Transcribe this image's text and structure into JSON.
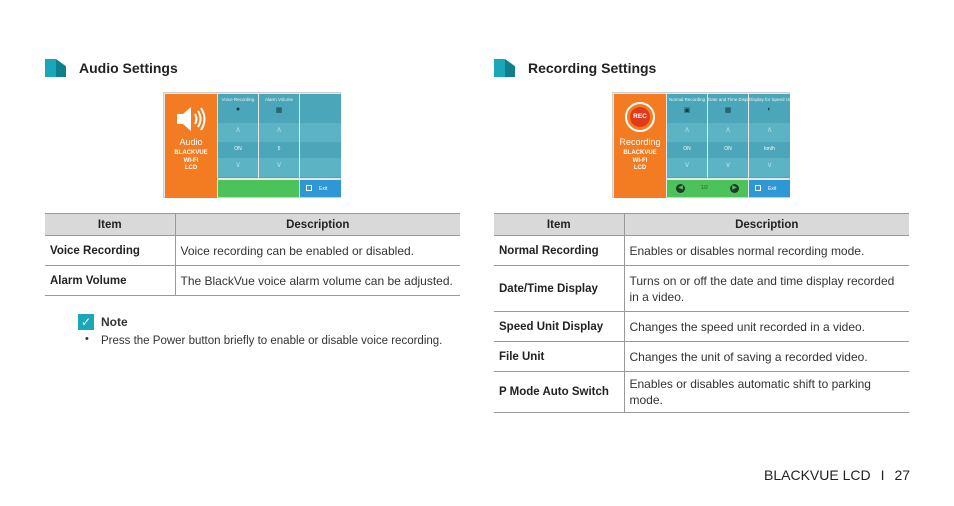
{
  "audio_section": {
    "title": "Audio Settings",
    "device": {
      "label": "Audio",
      "brand_lines": [
        "BLACKVUE",
        "WI-FI",
        "LCD"
      ],
      "columns": [
        {
          "header": "Voice Recording",
          "value": "ON",
          "icon": "microphone-icon"
        },
        {
          "header": "Alarm Volume",
          "value": "5",
          "icon": "volume-bars-icon"
        }
      ],
      "exit_label": "Exit"
    },
    "table": {
      "headers": [
        "Item",
        "Description"
      ],
      "rows": [
        {
          "item": "Voice Recording",
          "description": "Voice recording can be enabled or disabled."
        },
        {
          "item": "Alarm Volume",
          "description": "The BlackVue voice alarm volume can be adjusted."
        }
      ]
    },
    "note": {
      "title": "Note",
      "items": [
        "Press the Power button briefly to enable or disable voice recording."
      ]
    }
  },
  "recording_section": {
    "title": "Recording Settings",
    "device": {
      "label": "Recording",
      "badge": "REC",
      "brand_lines": [
        "BLACKVUE",
        "WI-FI",
        "LCD"
      ],
      "columns": [
        {
          "header": "Normal Recording",
          "value": "ON",
          "icon": "car-icon"
        },
        {
          "header": "Date and Time Display",
          "value": "ON",
          "icon": "calendar-icon"
        },
        {
          "header": "Display for Speed Unit",
          "value": "km/h",
          "icon": "speedometer-icon"
        }
      ],
      "page_indicator": "1/2",
      "exit_label": "Exit"
    },
    "table": {
      "headers": [
        "Item",
        "Description"
      ],
      "rows": [
        {
          "item": "Normal Recording",
          "description": "Enables or disables normal recording mode."
        },
        {
          "item": "Date/Time Display",
          "description": "Turns on or off the date and time display recorded in a video."
        },
        {
          "item": "Speed Unit Display",
          "description": "Changes the speed unit recorded in a video."
        },
        {
          "item": "File Unit",
          "description": "Changes the unit of saving a recorded video."
        },
        {
          "item": "P Mode Auto Switch",
          "description": "Enables or disables automatic shift to parking mode."
        }
      ]
    }
  },
  "footer": {
    "brand": "BLACKVUE LCD",
    "separator": "I",
    "page_number": "27"
  },
  "colors": {
    "accent_teal": "#1aa8b8",
    "device_orange": "#f37b21",
    "device_teal": "#4aa6b8",
    "device_green": "#4cc35a",
    "device_blue": "#2e97d6"
  }
}
